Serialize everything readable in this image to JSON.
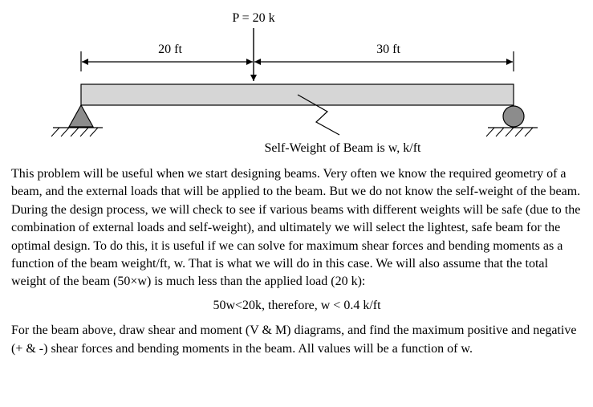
{
  "diagram": {
    "load_label": "P = 20 k",
    "left_span_label": "20 ft",
    "right_span_label": "30 ft",
    "self_weight_label": "Self-Weight of Beam is w, k/ft"
  },
  "text": {
    "paragraph1": "This problem will be useful when we start designing beams.  Very often we know the required geometry of a beam, and the external loads that will be applied to the beam.  But we do not know the self-weight of the beam.  During the design process, we will check to see if various beams with different weights will be safe (due to the combination of external loads and self-weight), and ultimately we will select the lightest, safe beam for the optimal design.  To do this, it is useful if we can solve for maximum shear forces and bending moments as a function of the beam weight/ft, w.  That is what we will do in this case.  We will also assume that the total weight of the beam (50×w) is much less than the applied load (20 k):",
    "equation": "50w<20k, therefore, w < 0.4 k/ft",
    "paragraph2": "For the beam above, draw shear and moment (V & M) diagrams, and find the maximum positive and negative (+ & -) shear forces and bending moments in the beam.  All values will be a function of w."
  }
}
